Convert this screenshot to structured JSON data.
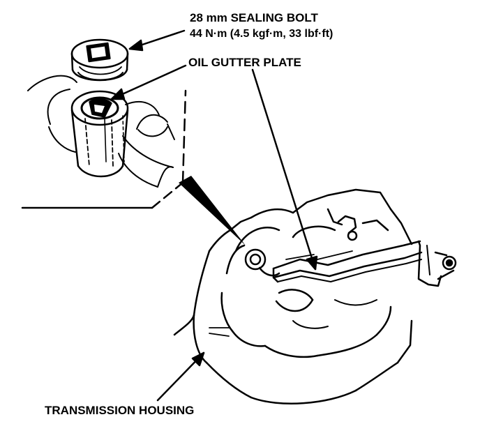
{
  "labels": {
    "sealing_bolt_size": "28 mm SEALING BOLT",
    "sealing_bolt_torque": "44 N·m (4.5 kgf·m, 33 lbf·ft)",
    "oil_gutter_plate": "OIL GUTTER PLATE",
    "transmission_housing": "TRANSMISSION HOUSING"
  },
  "colors": {
    "ink": "#000000",
    "paper": "#ffffff"
  }
}
